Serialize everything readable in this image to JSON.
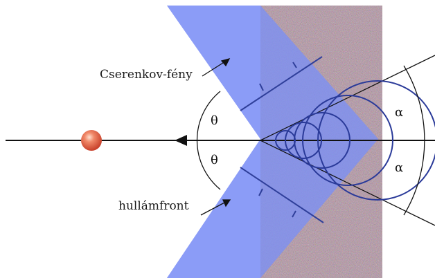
{
  "labels": {
    "cherenkov_light": "Cserenkov-fény",
    "wavefront": "hullámfront",
    "theta_upper": "θ",
    "theta_lower": "θ",
    "alpha_upper": "α",
    "alpha_lower": "α"
  },
  "colors": {
    "cone_blue": "#8b9cf7",
    "circle_stroke": "#2a3a99",
    "wavefront_line": "#2f3f9a",
    "medium_base": "#7a5a4a",
    "particle": "#e8604a"
  }
}
